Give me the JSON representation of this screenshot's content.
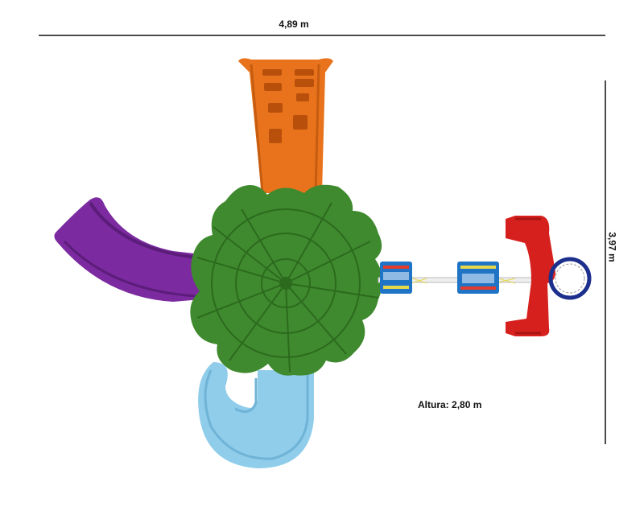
{
  "dimensions": {
    "width": "4,89 m",
    "depth": "3,97 m",
    "height_label": "Altura:",
    "height_value": "2,80 m"
  },
  "colors": {
    "slide_orange": "#e8731c",
    "slide_purple": "#7b2aa0",
    "tower_green": "#3f8a2e",
    "spiral_blue": "#8fcdeb",
    "swing_red": "#d6201e",
    "seat_blue": "#1f74c6",
    "ring_navy": "#1c2f8c"
  }
}
